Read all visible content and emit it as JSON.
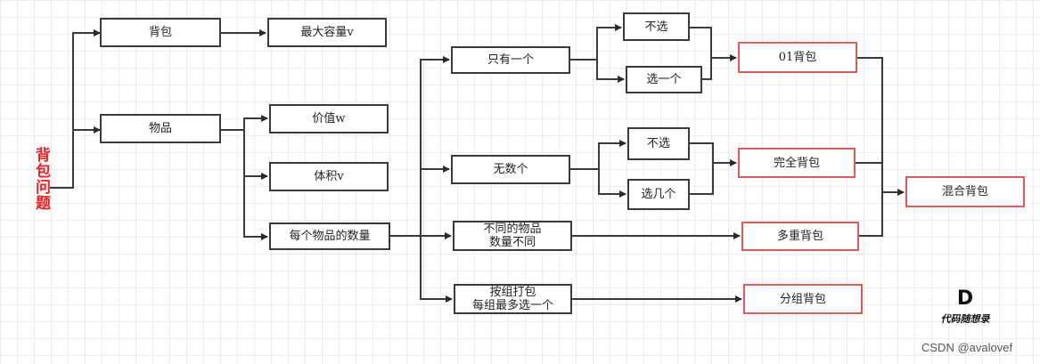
{
  "root_label": "背包问题",
  "nodes": {
    "bag": "背包",
    "max_capacity": "最大容量v",
    "items": "物品",
    "value": "价值w",
    "volume": "体积v",
    "item_count": "每个物品的数量",
    "only_one": "只有一个",
    "unlimited": "无数个",
    "different_counts": "不同的物品\n数量不同",
    "group_pack": "按组打包\n每组最多选一个",
    "pick_none_1": "不选",
    "pick_one": "选一个",
    "pick_none_2": "不选",
    "pick_several": "选几个",
    "knapsack_01": "01背包",
    "complete_knapsack": "完全背包",
    "multiple_knapsack": "多重背包",
    "group_knapsack": "分组背包",
    "mixed_knapsack": "混合背包"
  },
  "logo": {
    "letter": "D",
    "text": "代码随想录"
  },
  "watermark": "CSDN @avalovef",
  "colors": {
    "line": "#3a3a3a",
    "accent": "#e05a5a",
    "root": "#ee2222",
    "grid": "#ececec"
  }
}
